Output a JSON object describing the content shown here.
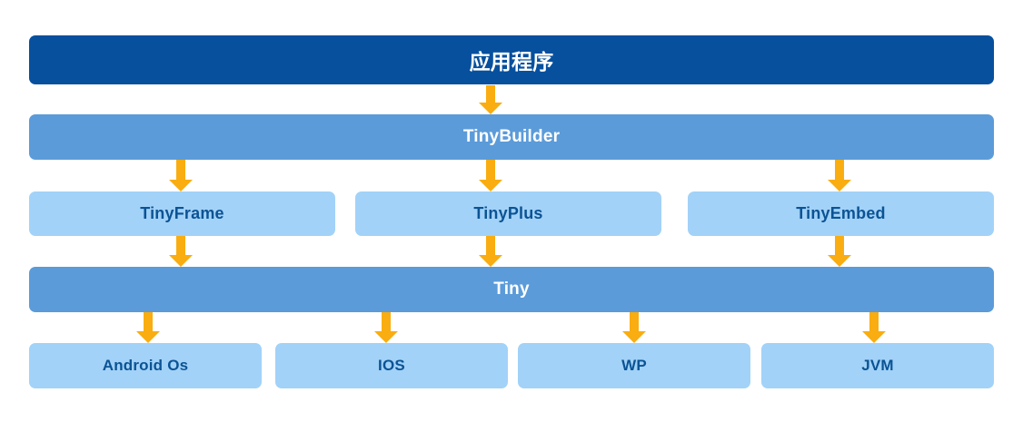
{
  "diagram": {
    "title_layer": {
      "label": "应用程序",
      "color": "#06509e",
      "text_color": "#ffffff"
    },
    "layers": [
      {
        "name": "builder-layer",
        "boxes": [
          {
            "label": "TinyBuilder",
            "color": "#5b9bd9",
            "text_color": "#ffffff"
          }
        ]
      },
      {
        "name": "module-layer",
        "boxes": [
          {
            "label": "TinyFrame",
            "color": "#a2d2f8",
            "text_color": "#0b5394"
          },
          {
            "label": "TinyPlus",
            "color": "#a2d2f8",
            "text_color": "#0b5394"
          },
          {
            "label": "TinyEmbed",
            "color": "#a2d2f8",
            "text_color": "#0b5394"
          }
        ]
      },
      {
        "name": "core-layer",
        "boxes": [
          {
            "label": "Tiny",
            "color": "#5b9bd9",
            "text_color": "#ffffff"
          }
        ]
      },
      {
        "name": "platform-layer",
        "boxes": [
          {
            "label": "Android Os",
            "color": "#a2d2f8",
            "text_color": "#0b5394"
          },
          {
            "label": "IOS",
            "color": "#a2d2f8",
            "text_color": "#0b5394"
          },
          {
            "label": "WP",
            "color": "#a2d2f8",
            "text_color": "#0b5394"
          },
          {
            "label": "JVM",
            "color": "#a2d2f8",
            "text_color": "#0b5394"
          }
        ]
      }
    ],
    "arrow_color": "#f9ad10",
    "background_color": "#ffffff"
  }
}
